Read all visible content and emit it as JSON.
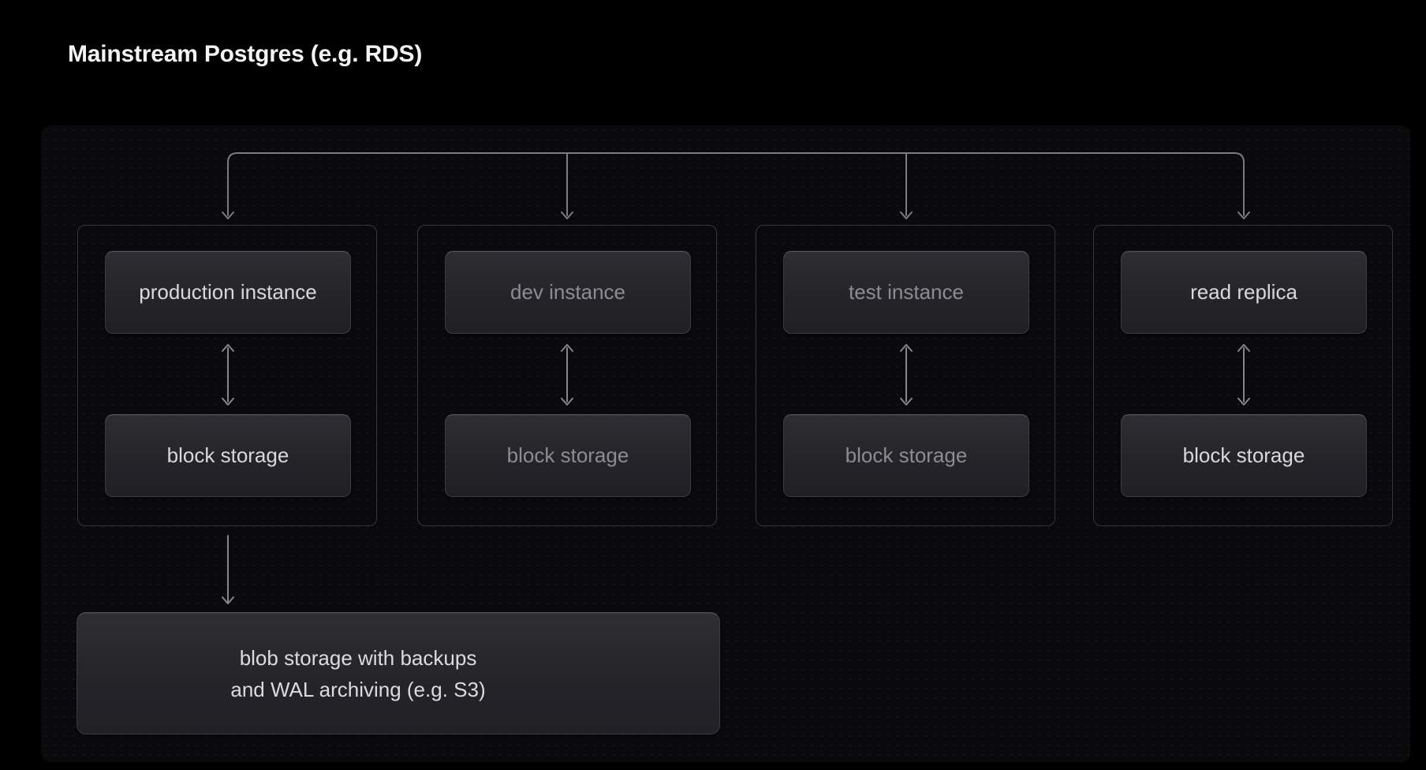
{
  "title": "Mainstream Postgres (e.g. RDS)",
  "diagram": {
    "description": "Tree diagram: a top connector fans out to four instance groups; the production group's block storage also feeds blob storage.",
    "columns": [
      {
        "instance_label": "production instance",
        "storage_label": "block storage",
        "muted": false
      },
      {
        "instance_label": "dev instance",
        "storage_label": "block storage",
        "muted": true
      },
      {
        "instance_label": "test instance",
        "storage_label": "block storage",
        "muted": true
      },
      {
        "instance_label": "read replica",
        "storage_label": "block storage",
        "muted": false
      }
    ],
    "blob": {
      "label_line1": "blob storage with backups",
      "label_line2": "and WAL archiving (e.g. S3)"
    }
  },
  "colors": {
    "page_background": "#000000",
    "panel_background": "#0a0a0c",
    "node_fill_top": "#2d2d32",
    "node_fill_bottom": "#1f1f24",
    "node_border": "#3c3c43",
    "group_border": "#36363d",
    "text_bright": "#d9d9dc",
    "text_muted": "#8c8c92",
    "connector": "#7b7b81",
    "title_text": "#f4f4f5"
  }
}
